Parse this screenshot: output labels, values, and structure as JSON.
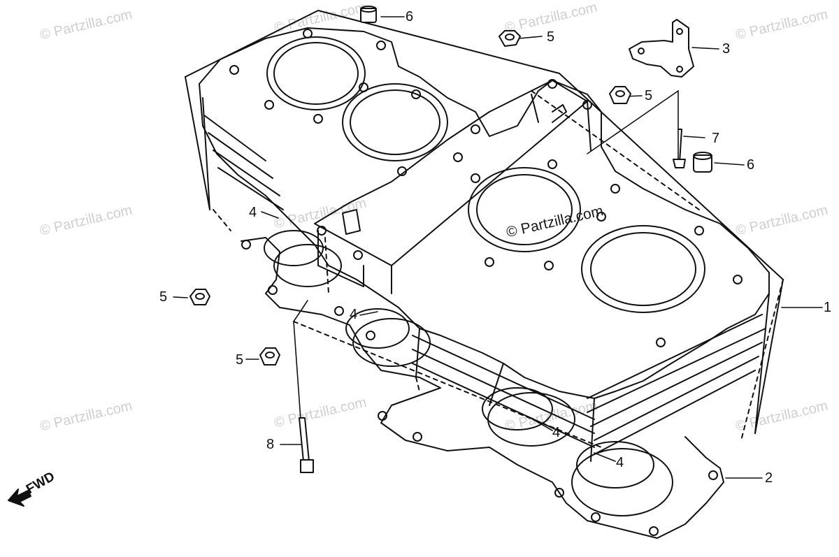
{
  "diagram": {
    "watermark": "© Partzilla.com",
    "center_watermark": "© Partzilla.com",
    "direction_label": "FWD",
    "callouts": [
      {
        "id": "c1",
        "label": "1"
      },
      {
        "id": "c2",
        "label": "2"
      },
      {
        "id": "c3",
        "label": "3"
      },
      {
        "id": "c4a",
        "label": "4"
      },
      {
        "id": "c4b",
        "label": "4"
      },
      {
        "id": "c4c",
        "label": "4"
      },
      {
        "id": "c4d",
        "label": "4"
      },
      {
        "id": "c5a",
        "label": "5"
      },
      {
        "id": "c5b",
        "label": "5"
      },
      {
        "id": "c5c",
        "label": "5"
      },
      {
        "id": "c5d",
        "label": "5"
      },
      {
        "id": "c6a",
        "label": "6"
      },
      {
        "id": "c6b",
        "label": "6"
      },
      {
        "id": "c7",
        "label": "7"
      },
      {
        "id": "c8",
        "label": "8"
      }
    ]
  }
}
